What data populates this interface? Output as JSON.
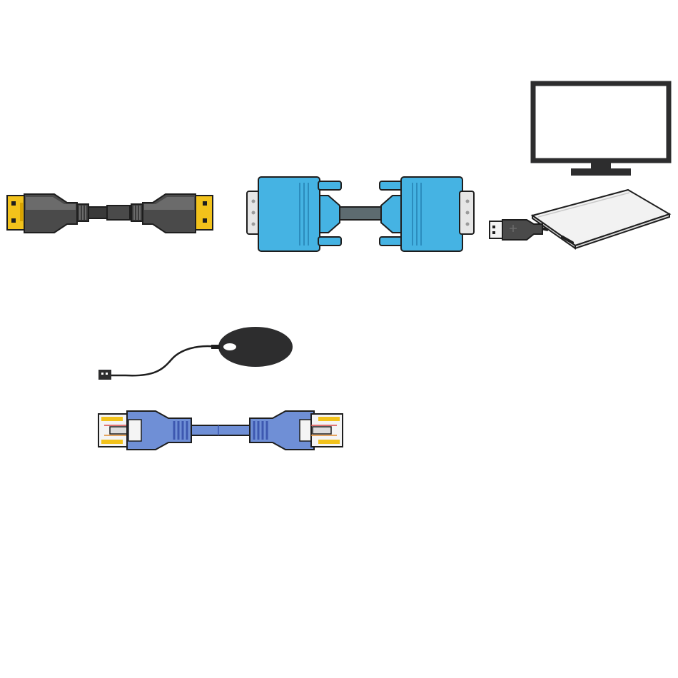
{
  "scene": {
    "background": "#ffffff",
    "items": [
      {
        "name": "hdmi-cable",
        "icon": "hdmi-cable-icon"
      },
      {
        "name": "vga-cable",
        "icon": "vga-cable-icon"
      },
      {
        "name": "monitor",
        "icon": "monitor-icon"
      },
      {
        "name": "usb-external-drive",
        "icon": "usb-drive-icon"
      },
      {
        "name": "computer-mouse",
        "icon": "mouse-icon"
      },
      {
        "name": "ethernet-cable",
        "icon": "ethernet-cable-icon"
      }
    ]
  },
  "colors": {
    "hdmi_body": "#4a4a4a",
    "hdmi_body_light": "#6b6b6b",
    "hdmi_gold": "#f2c21b",
    "vga_blue": "#45b3e3",
    "vga_blue_dark": "#2c8cbd",
    "vga_metal": "#e6e6e6",
    "vga_cable": "#5d6b70",
    "monitor_frame": "#2d2d2e",
    "drive_body": "#f2f2f2",
    "mouse_body": "#2d2d2e",
    "ethernet_blue": "#6f8fd6",
    "ethernet_blue_dark": "#3d58b0",
    "outline": "#1e1e1e"
  }
}
